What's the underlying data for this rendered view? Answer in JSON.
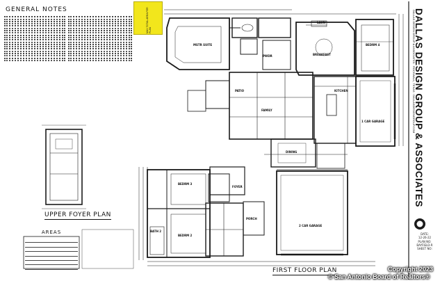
{
  "notes": {
    "title": "GENERAL NOTES",
    "sticky_text": "MAX TOTAL AREA PER PLAN"
  },
  "rooms": {
    "master_suite": "MSTR SUITE",
    "breakfast": "BREAKFAST",
    "bedroom_4": "BEDRM 4",
    "kitchen": "KITCHEN",
    "family": "FAMILY",
    "car_garage_1": "1 CAR GARAGE",
    "dining": "DINING",
    "foyer": "FOYER",
    "bedroom_3": "BEDRM 3",
    "bedroom_2": "BEDRM 2",
    "bath_2": "BATH 2",
    "porch": "PORCH",
    "car_garage_2": "2 CAR GARAGE",
    "patio": "PATIO",
    "powder": "PWDR",
    "laundry": "LAUN"
  },
  "plans": {
    "upper_foyer": "UPPER FOYER PLAN",
    "first_floor": "FIRST FLOOR PLAN"
  },
  "areas": {
    "title": "AREAS"
  },
  "title_block": {
    "company": "DALLAS DESIGN GROUP & ASSOCIATES",
    "address": "DALLAS DESIGN GROUP & ASSOCIATES · ROCKWALL, TEXAS · DALLASDESIGNGROUP.COM",
    "date_label": "DATE:",
    "date_value": "12-26-22",
    "plan_no_label": "PLAN NO:",
    "plan_name": "BAYFIELD-R",
    "sheet_label": "SHEET NO:"
  },
  "watermark": {
    "copyright": "Copyright 2023",
    "board": "© San Antonio Board of Realtors®"
  },
  "colors": {
    "line": "#1a1a1a",
    "sticky": "#f2e61c"
  }
}
